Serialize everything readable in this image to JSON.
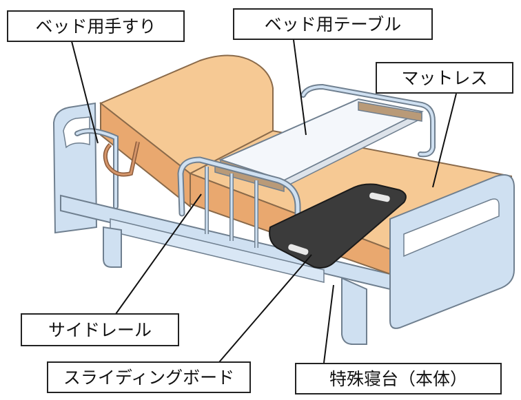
{
  "labels": {
    "handrail": "ベッド用手すり",
    "table": "ベッド用テーブル",
    "mattress": "マットレス",
    "side_rail": "サイドレール",
    "sliding_board": "スライディングボード",
    "bed_frame": "特殊寝台（本体）"
  },
  "colors": {
    "frame": "#cfe0f1",
    "frame_stroke": "#6f7f8f",
    "mattress": "#f6c994",
    "mattress_side": "#e9a86f",
    "table_top": "#f4f7fb",
    "table_edge": "#b99a78",
    "board": "#3b3b3b",
    "leader": "#111111"
  }
}
